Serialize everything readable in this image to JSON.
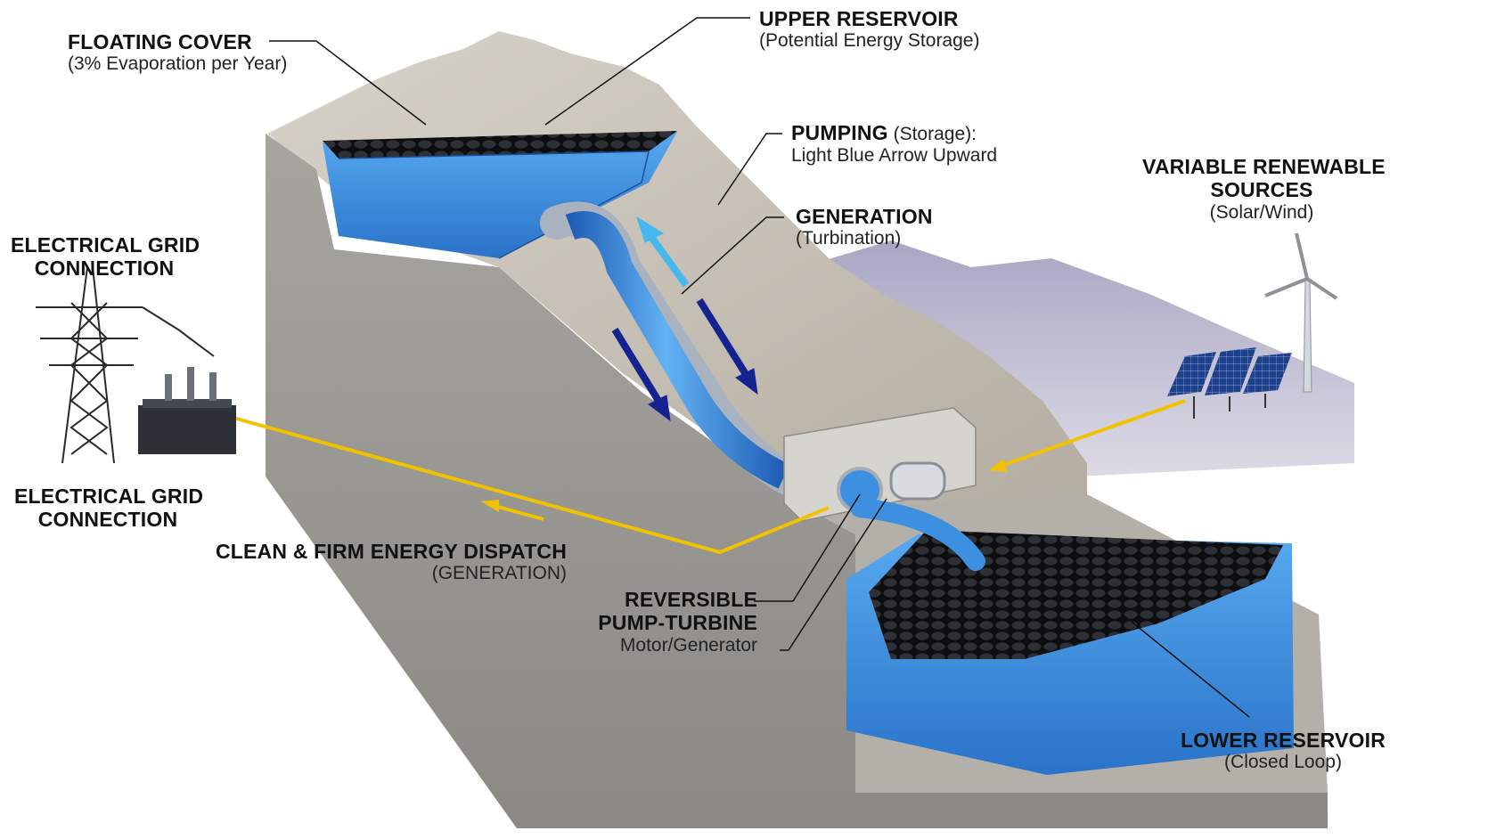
{
  "labels": {
    "floating_cover": {
      "title": "FLOATING COVER",
      "subtitle": "(3% Evaporation per Year)"
    },
    "upper_reservoir": {
      "title": "UPPER RESERVOIR",
      "subtitle": "(Potential Energy Storage)"
    },
    "pumping": {
      "title": "PUMPING",
      "title_suffix": " (Storage):",
      "subtitle": "Light Blue Arrow Upward"
    },
    "generation": {
      "title": "GENERATION",
      "subtitle": "(Turbination)"
    },
    "variable_renewables": {
      "title_line1": "VARIABLE RENEWABLE",
      "title_line2": "SOURCES",
      "subtitle": "(Solar/Wind)"
    },
    "grid_top": {
      "line1": "ELECTRICAL GRID",
      "line2": "CONNECTION"
    },
    "grid_bottom": {
      "line1": "ELECTRICAL GRID",
      "line2": "CONNECTION"
    },
    "dispatch": {
      "title": "CLEAN & FIRM ENERGY DISPATCH",
      "subtitle": "(GENERATION)"
    },
    "pump_turbine": {
      "line1": "REVERSIBLE",
      "line2": "PUMP-TURBINE",
      "subtitle": "Motor/Generator"
    },
    "lower_reservoir": {
      "title": "LOWER RESERVOIR",
      "subtitle": "(Closed Loop)"
    }
  },
  "colors": {
    "water": "#3d8fe0",
    "cover": "#1c1d20",
    "power_line": "#f2c200",
    "pump_arrow": "#45b8ee",
    "generation_arrow": "#14238f",
    "rock": "#c9c3b8",
    "concrete": "#9a9893"
  }
}
